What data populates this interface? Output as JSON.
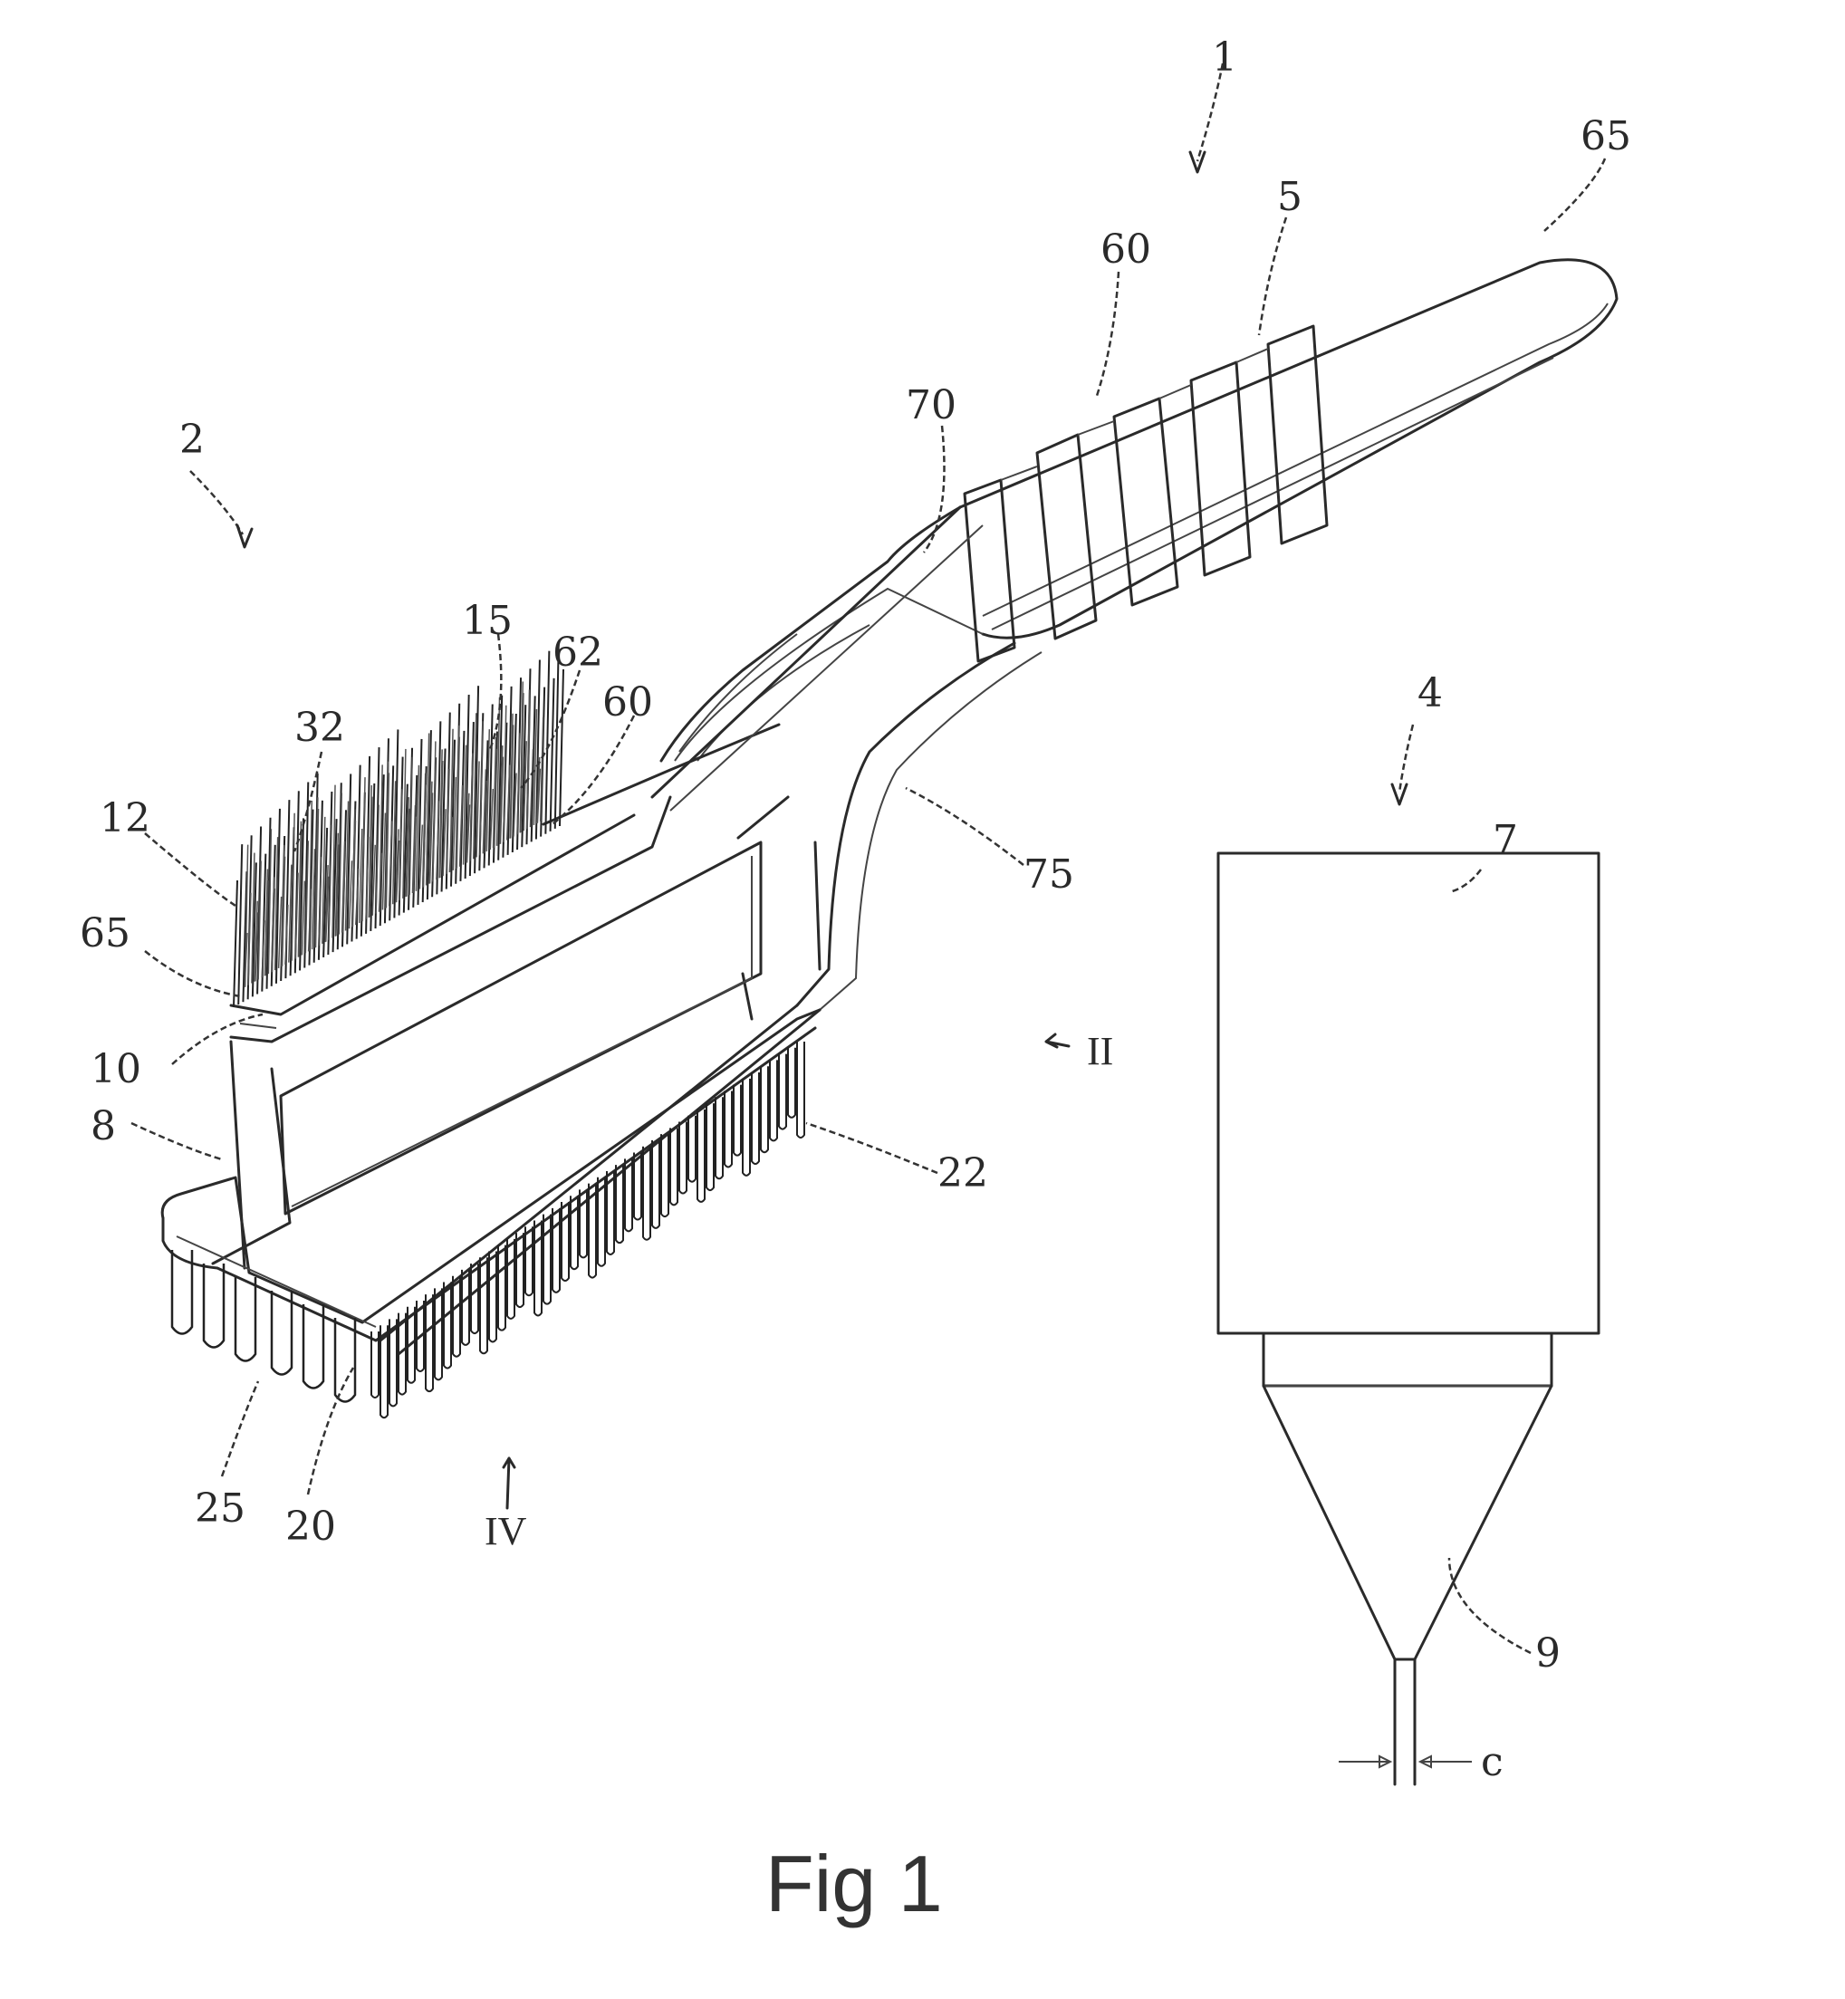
{
  "figure": {
    "caption": "Fig 1",
    "refs": {
      "r1": "1",
      "r2": "2",
      "r4": "4",
      "r5": "5",
      "r7": "7",
      "r8": "8",
      "r9": "9",
      "r10": "10",
      "r12": "12",
      "r15": "15",
      "r20": "20",
      "r22": "22",
      "r25": "25",
      "r32": "32",
      "r60a": "60",
      "r60b": "60",
      "r62": "62",
      "r65a": "65",
      "r65b": "65",
      "r70": "70",
      "r75": "75",
      "rII": "II",
      "rIV": "IV",
      "rc": "c"
    }
  }
}
